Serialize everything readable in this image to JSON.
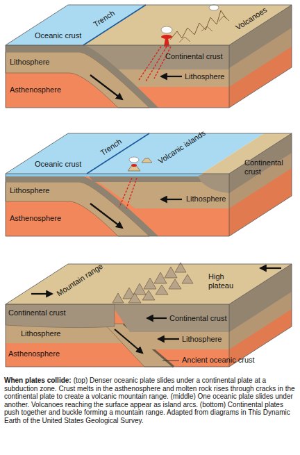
{
  "diagram": {
    "title": "When plates collide:",
    "caption": "(top) Denser oceanic plate slides under a continental plate at a subduction zone. Crust melts in the asthenosphere and molten rock rises through cracks in the continental plate to create a volcanic mountain range. (middle) One oceanic plate slides under another. Volcanoes reaching the surface appear as island arcs. (bottom) Continental plates push together and buckle forming a mountain range. Adapted from diagrams in This Dynamic Earth of the United States Geological Survey.",
    "labels": [
      "Trench",
      "Volcanoes",
      "Oceanic crust",
      "Continental crust",
      "Lithosphere",
      "Lithosphere",
      "Asthenosphere",
      "Trench",
      "Volcanic islands",
      "Oceanic crust",
      "Continental crust",
      "Lithosphere",
      "Lithosphere",
      "Asthenosphere",
      "Mountain range",
      "High plateau",
      "Continental crust",
      "Continental crust",
      "Lithosphere",
      "Lithosphere",
      "Asthenosphere",
      "Ancient oceanic crust"
    ]
  }
}
